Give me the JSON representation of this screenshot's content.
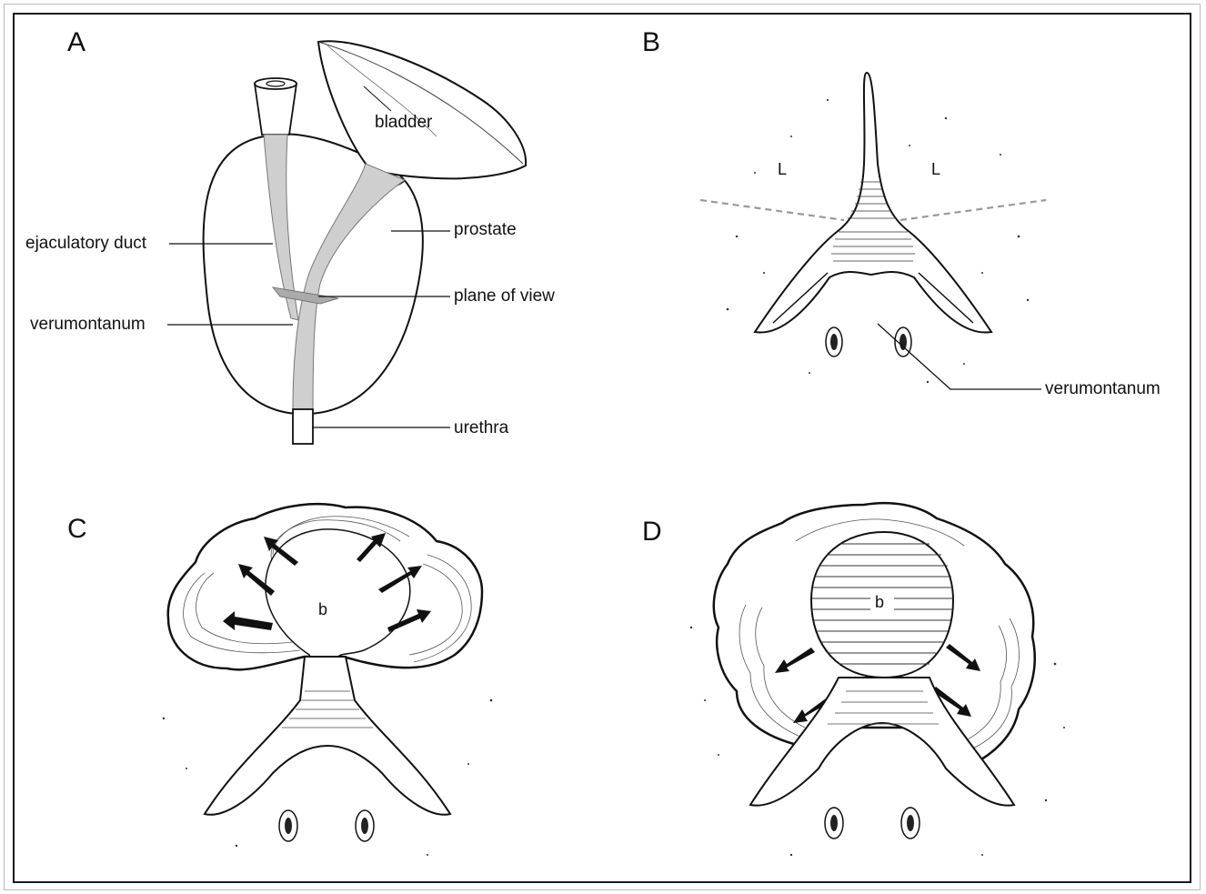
{
  "panels": {
    "a": {
      "label": "A",
      "labels": {
        "bladder": "bladder",
        "prostate": "prostate",
        "ejaculatory_duct": "ejaculatory duct",
        "plane_of_view": "plane of view",
        "verumontanum": "verumontanum",
        "urethra": "urethra"
      }
    },
    "b": {
      "label": "B",
      "lobe_left": "L",
      "lobe_right": "L",
      "verumontanum": "verumontanum"
    },
    "c": {
      "label": "C",
      "lumen": "b"
    },
    "d": {
      "label": "D",
      "lumen": "b"
    }
  },
  "colors": {
    "line": "#111111",
    "duct_fill": "#cfcfcf",
    "dashed_line": "#999999",
    "arrow": "#111111"
  }
}
